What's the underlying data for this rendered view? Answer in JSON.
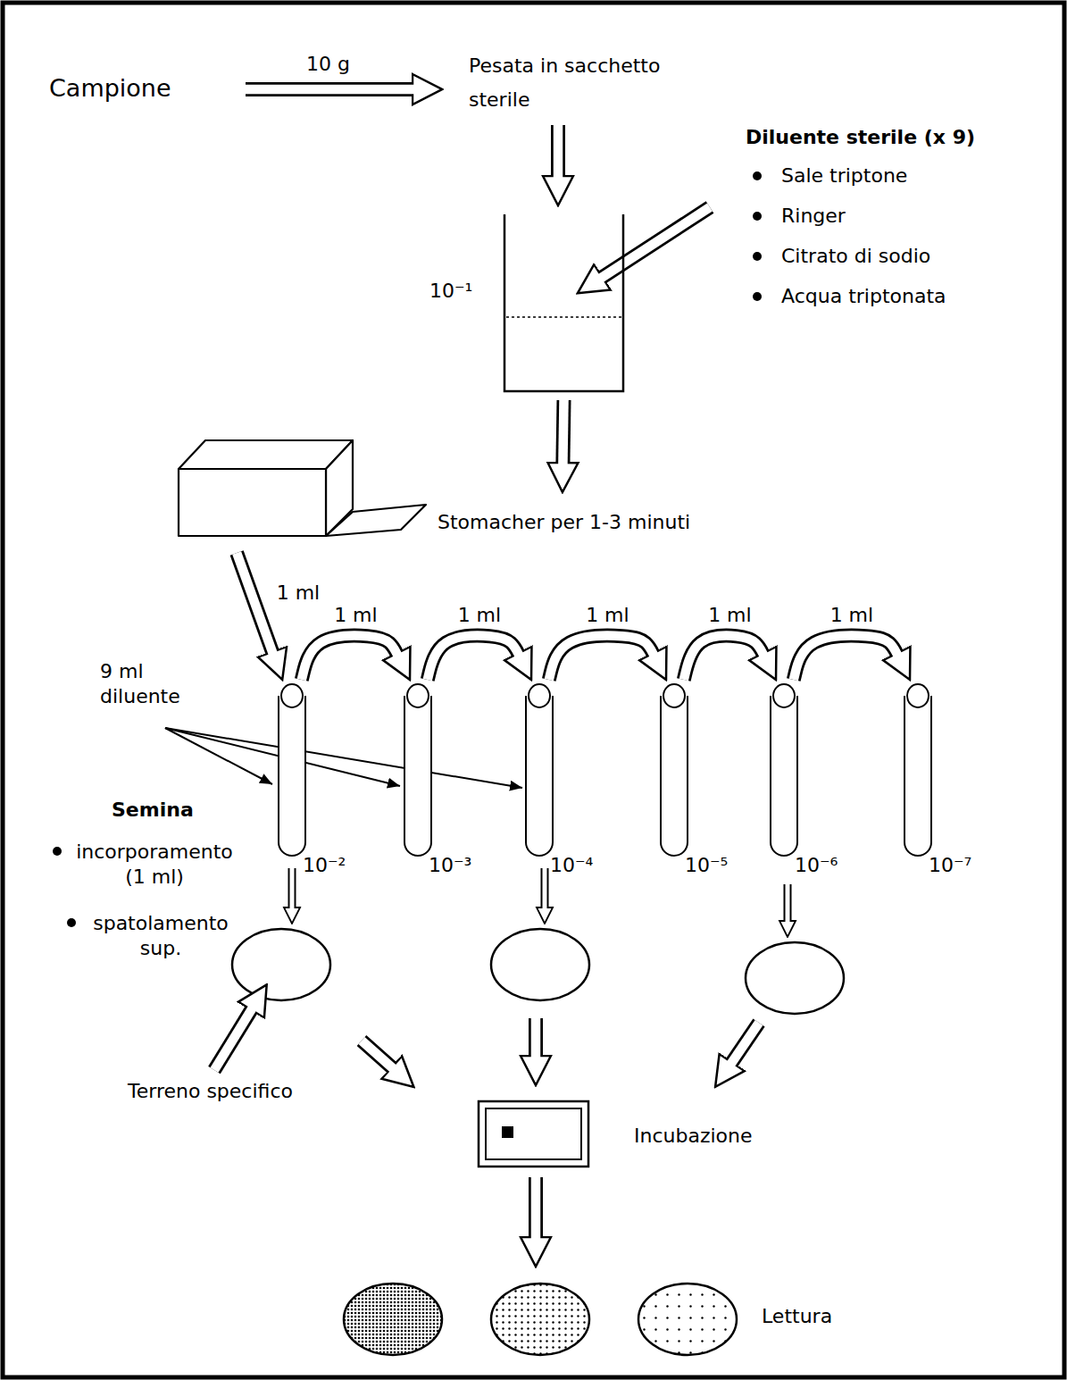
{
  "diagram": {
    "nodes": [
      {
        "text": [
          "10⁻¹"
        ]
      },
      {
        "text": [
          "Stomacher per 1-3 minuti"
        ]
      },
      {
        "text": [
          "10⁻²"
        ]
      },
      {
        "text": [
          "10⁻³"
        ]
      },
      {
        "text": [
          "10⁻⁴"
        ]
      },
      {
        "text": [
          "10⁻⁵"
        ]
      },
      {
        "text": [
          "10⁻⁶"
        ]
      },
      {
        "text": [
          "10⁻⁷"
        ]
      },
      {
        "text": [
          "Incubazione"
        ]
      }
    ],
    "edges": [
      {
        "from": 0,
        "to": 1,
        "arrow": "to"
      },
      {
        "from": 1,
        "to": 2,
        "label": "1 ml",
        "arrow": "to"
      },
      {
        "from": 2,
        "to": 3,
        "label": "1 ml",
        "arrow": "to"
      },
      {
        "from": 3,
        "to": 4,
        "label": "1 ml",
        "arrow": "to"
      },
      {
        "from": 4,
        "to": 5,
        "label": "1 ml",
        "arrow": "to"
      },
      {
        "from": 5,
        "to": 6,
        "label": "1 ml",
        "arrow": "to"
      },
      {
        "from": 6,
        "to": 7,
        "label": "1 ml",
        "arrow": "to"
      }
    ],
    "labels": [
      "Campione",
      "10 g",
      "Pesata in sacchetto sterile",
      "Diluente sterile (x 9)",
      "Sale triptone",
      "Ringer",
      "Citrato di sodio",
      "Acqua triptonata",
      "9 ml diluente",
      "Semina",
      "incorporamento (1 ml)",
      "spatolamento sup.",
      "Terreno specifico",
      "Lettura"
    ]
  }
}
